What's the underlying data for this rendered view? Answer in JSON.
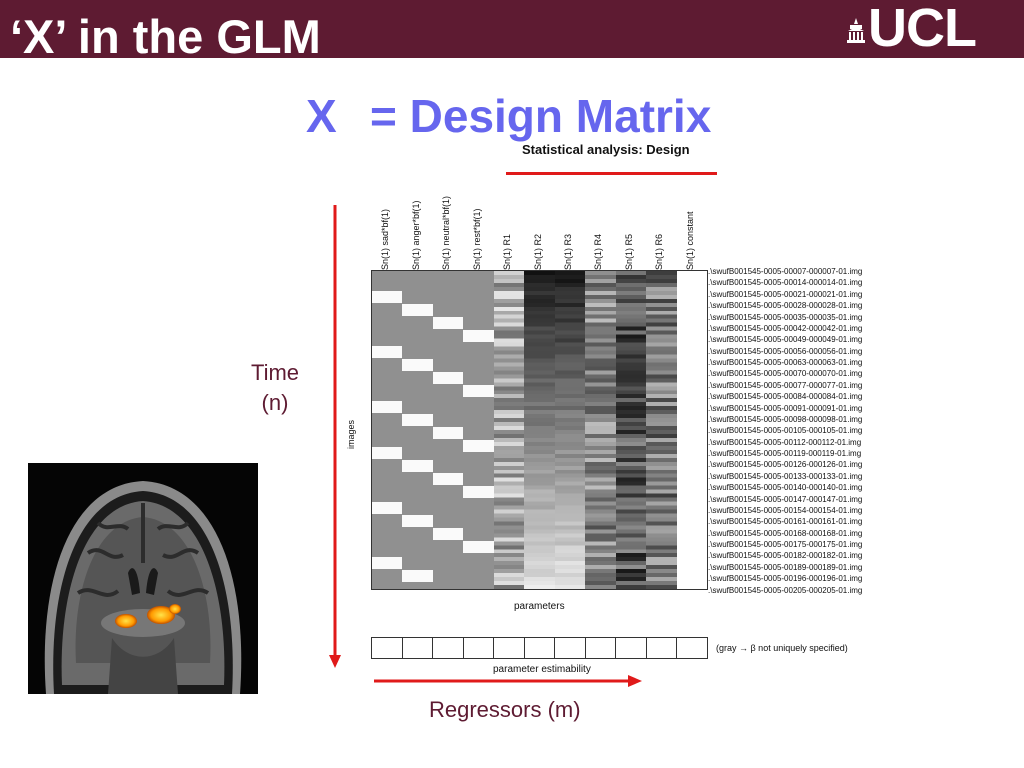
{
  "slide": {
    "title": "‘X’ in the GLM",
    "logo_text": "UCL",
    "subtitle_symbol": "X",
    "subtitle_text": "= Design Matrix"
  },
  "figure": {
    "title": "Statistical analysis: Design",
    "columns": [
      {
        "label": "Sn(1) sad*bf(1)",
        "shade": "#909090",
        "pattern": "onsets",
        "offset": 0
      },
      {
        "label": "Sn(1) anger*bf(1)",
        "shade": "#909090",
        "pattern": "onsets",
        "offset": 1
      },
      {
        "label": "Sn(1) neutral*bf(1)",
        "shade": "#909090",
        "pattern": "onsets",
        "offset": 2
      },
      {
        "label": "Sn(1) rest*bf(1)",
        "shade": "#909090",
        "pattern": "onsets",
        "offset": 3
      },
      {
        "label": "Sn(1) R1",
        "shade": "#aaaaaa",
        "pattern": "motion",
        "offset": 0
      },
      {
        "label": "Sn(1) R2",
        "shade": "#202020",
        "pattern": "drift-light",
        "offset": 1
      },
      {
        "label": "Sn(1) R3",
        "shade": "#303030",
        "pattern": "drift-light",
        "offset": 2
      },
      {
        "label": "Sn(1) R4",
        "shade": "#8a8a8a",
        "pattern": "motion",
        "offset": 3
      },
      {
        "label": "Sn(1) R5",
        "shade": "#555555",
        "pattern": "motion",
        "offset": 4
      },
      {
        "label": "Sn(1) R6",
        "shade": "#777777",
        "pattern": "motion",
        "offset": 5
      },
      {
        "label": "Sn(1) constant",
        "shade": "#ffffff",
        "pattern": "constant",
        "offset": 0
      }
    ],
    "row_labels": [
      ".\\swufB001545-0005-00007-000007-01.img",
      ".\\swufB001545-0005-00014-000014-01.img",
      ".\\swufB001545-0005-00021-000021-01.img",
      ".\\swufB001545-0005-00028-000028-01.img",
      ".\\swufB001545-0005-00035-000035-01.img",
      ".\\swufB001545-0005-00042-000042-01.img",
      ".\\swufB001545-0005-00049-000049-01.img",
      ".\\swufB001545-0005-00056-000056-01.img",
      ".\\swufB001545-0005-00063-000063-01.img",
      ".\\swufB001545-0005-00070-000070-01.img",
      ".\\swufB001545-0005-00077-000077-01.img",
      ".\\swufB001545-0005-00084-000084-01.img",
      ".\\swufB001545-0005-00091-000091-01.img",
      ".\\swufB001545-0005-00098-000098-01.img",
      ".\\swufB001545-0005-00105-000105-01.img",
      ".\\swufB001545-0005-00112-000112-01.img",
      ".\\swufB001545-0005-00119-000119-01.img",
      ".\\swufB001545-0005-00126-000126-01.img",
      ".\\swufB001545-0005-00133-000133-01.img",
      ".\\swufB001545-0005-00140-000140-01.img",
      ".\\swufB001545-0005-00147-000147-01.img",
      ".\\swufB001545-0005-00154-000154-01.img",
      ".\\swufB001545-0005-00161-000161-01.img",
      ".\\swufB001545-0005-00168-000168-01.img",
      ".\\swufB001545-0005-00175-000175-01.img",
      ".\\swufB001545-0005-00182-000182-01.img",
      ".\\swufB001545-0005-00189-000189-01.img",
      ".\\swufB001545-0005-00196-000196-01.img",
      ".\\swufB001545-0005-00205-000205-01.img"
    ],
    "axis_images": "images",
    "axis_parameters": "parameters",
    "estimability_label": "parameter estimability",
    "estimability_note": "(gray → β not uniquely specified)"
  },
  "annotations": {
    "time_label_line1": "Time",
    "time_label_line2": "(n)",
    "regressors_label": "Regressors (m)"
  },
  "colors": {
    "header": "#5e1b32",
    "subtitle": "#6666ee",
    "arrows": "#e01a1a",
    "annotation_text": "#5e1b32"
  },
  "icons": [
    "ucl-portico-icon",
    "coronal-brain-scan-image"
  ]
}
